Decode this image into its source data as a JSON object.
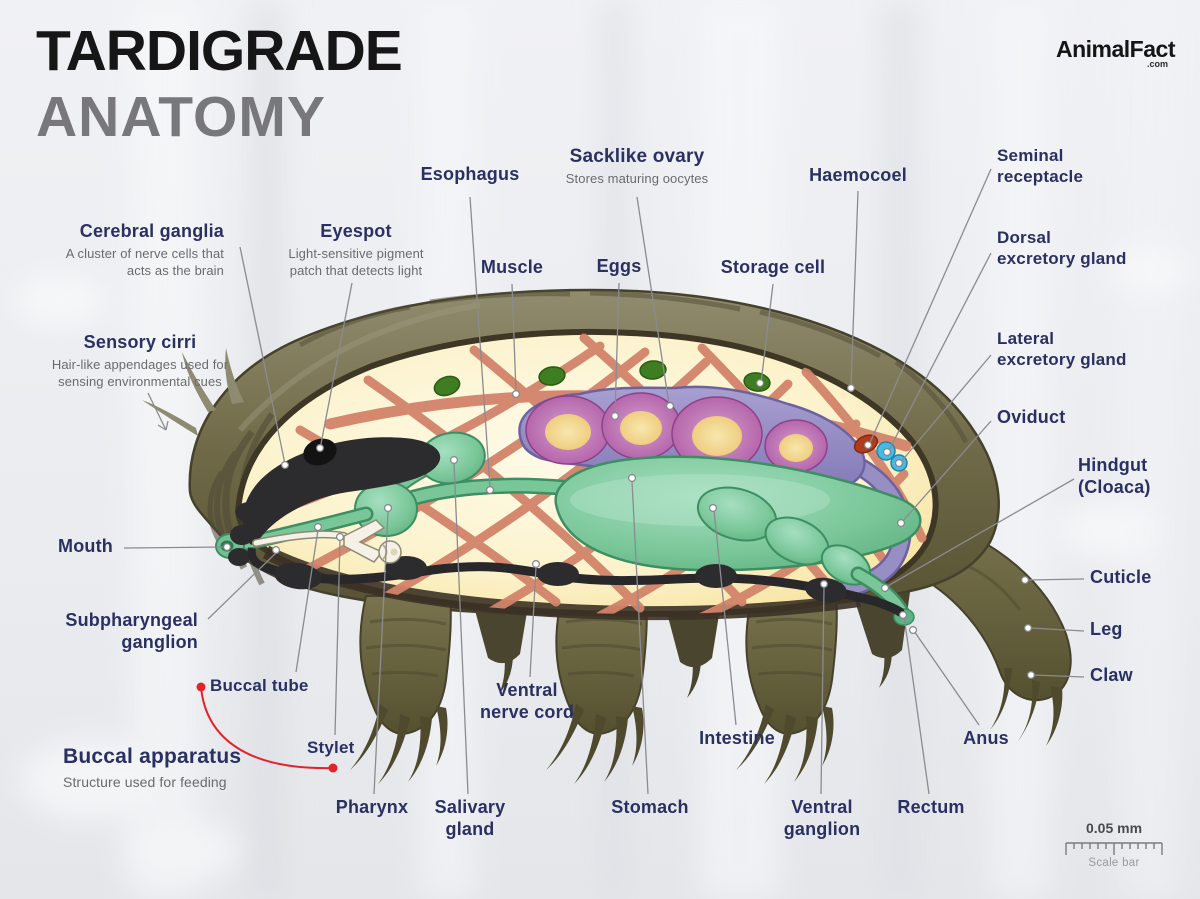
{
  "title": {
    "line1": "TARDIGRADE",
    "line2": "ANATOMY"
  },
  "logo": {
    "name": "AnimalFact",
    "tld": ".com"
  },
  "scale_bar": {
    "value": "0.05 mm",
    "label": "Scale bar"
  },
  "colors": {
    "label_navy": "#2a3162",
    "subtext_gray": "#6b6b6e",
    "accent_red": "#e3232b",
    "leader_gray": "#8b8b90",
    "body_olive": "#6f6947",
    "cavity_cream": "#fcf3cd",
    "organ_green": "#79c698",
    "ovary_purple": "#978ec4",
    "egg_yellow": "#f0d084",
    "muscle_salmon": "#d2836a"
  },
  "labels": {
    "esophagus": {
      "text": "Esophagus"
    },
    "sacklike_ovary": {
      "text": "Sacklike ovary",
      "sub": "Stores maturing oocytes"
    },
    "haemocoel": {
      "text": "Haemocoel"
    },
    "seminal_receptacle": {
      "text": "Seminal\nreceptacle"
    },
    "muscle": {
      "text": "Muscle"
    },
    "eggs": {
      "text": "Eggs"
    },
    "storage_cell": {
      "text": "Storage cell"
    },
    "dorsal_excretory_gland": {
      "text": "Dorsal\nexcretory gland"
    },
    "lateral_excretory_gland": {
      "text": "Lateral\nexcretory gland"
    },
    "oviduct": {
      "text": "Oviduct"
    },
    "hindgut": {
      "text": "Hindgut\n(Cloaca)"
    },
    "cuticle": {
      "text": "Cuticle"
    },
    "leg": {
      "text": "Leg"
    },
    "claw": {
      "text": "Claw"
    },
    "cerebral_ganglia": {
      "text": "Cerebral ganglia",
      "sub": "A cluster of nerve cells that\nacts as the brain"
    },
    "eyespot": {
      "text": "Eyespot",
      "sub": "Light-sensitive pigment\npatch that detects light"
    },
    "sensory_cirri": {
      "text": "Sensory cirri",
      "sub": "Hair-like appendages used for\nsensing environmental cues"
    },
    "mouth": {
      "text": "Mouth"
    },
    "subpharyngeal_ganglion": {
      "text": "Subpharyngeal\nganglion"
    },
    "buccal_tube": {
      "text": "Buccal tube"
    },
    "stylet": {
      "text": "Stylet"
    },
    "buccal_apparatus": {
      "text": "Buccal apparatus",
      "sub": "Structure used for feeding"
    },
    "pharynx": {
      "text": "Pharynx"
    },
    "salivary_gland": {
      "text": "Salivary\ngland"
    },
    "ventral_nerve_cord": {
      "text": "Ventral\nnerve cord"
    },
    "stomach": {
      "text": "Stomach"
    },
    "intestine": {
      "text": "Intestine"
    },
    "ventral_ganglion": {
      "text": "Ventral\nganglion"
    },
    "rectum": {
      "text": "Rectum"
    },
    "anus": {
      "text": "Anus"
    }
  }
}
